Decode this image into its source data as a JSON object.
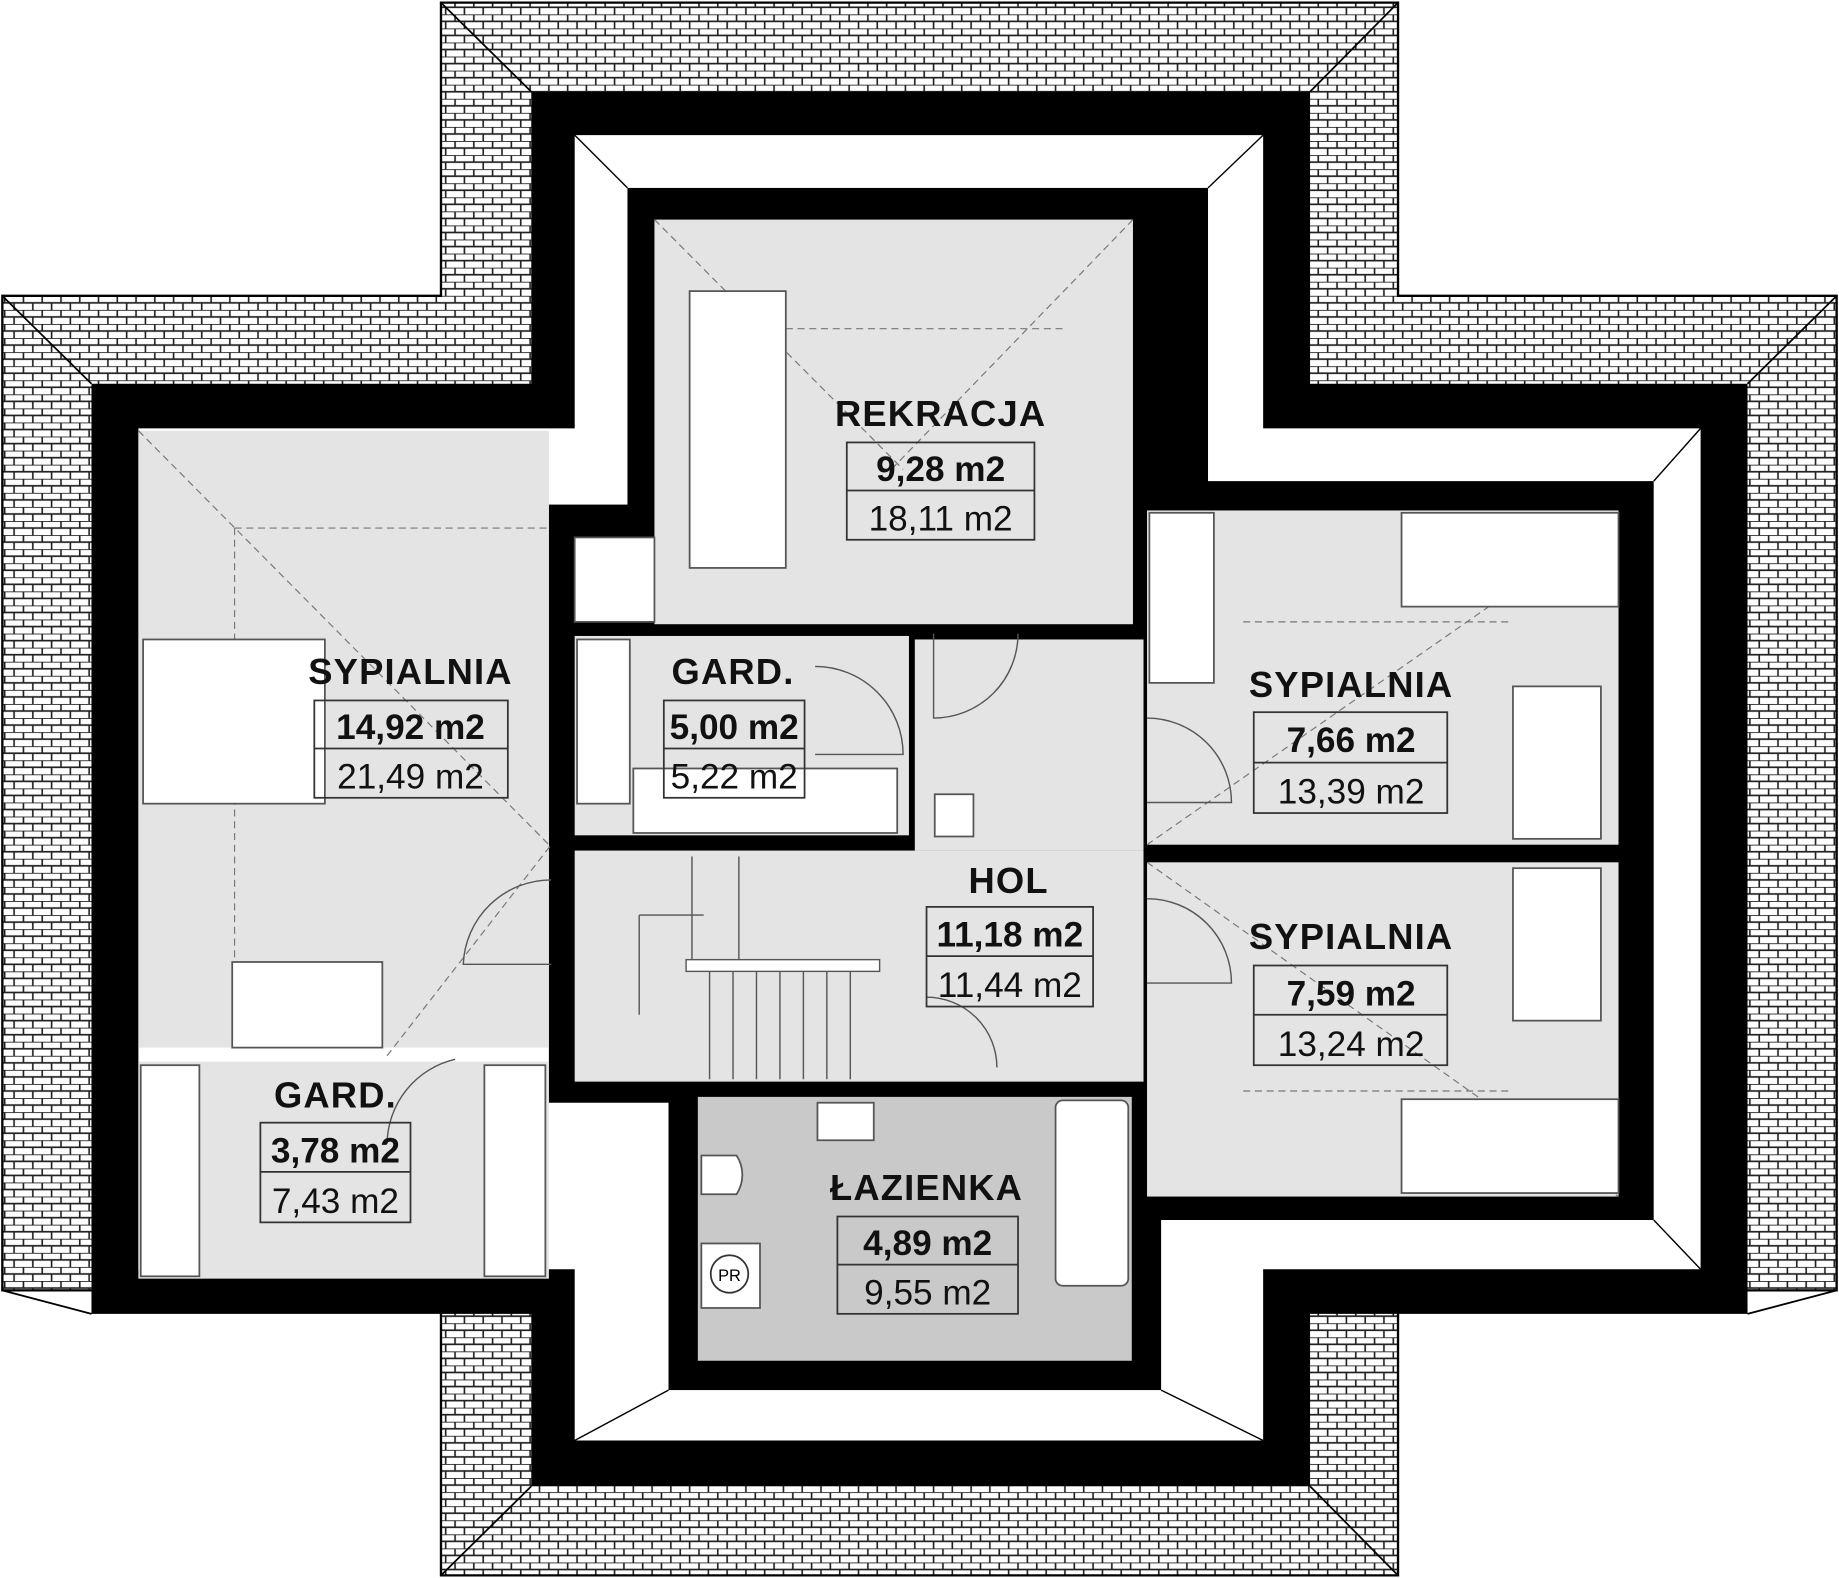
{
  "rooms": [
    {
      "name": "REKRACJA",
      "usable_area": "9,28 m2",
      "total_area": "18,11 m2"
    },
    {
      "name": "SYPIALNIA",
      "usable_area": "14,92 m2",
      "total_area": "21,49 m2"
    },
    {
      "name": "GARD.",
      "usable_area": "5,00 m2",
      "total_area": "5,22 m2"
    },
    {
      "name": "SYPIALNIA",
      "usable_area": "7,66 m2",
      "total_area": "13,39 m2"
    },
    {
      "name": "HOL",
      "usable_area": "11,18 m2",
      "total_area": "11,44 m2"
    },
    {
      "name": "SYPIALNIA",
      "usable_area": "7,59 m2",
      "total_area": "13,24 m2"
    },
    {
      "name": "GARD.",
      "usable_area": "3,78 m2",
      "total_area": "7,43 m2"
    },
    {
      "name": "ŁAZIENKA",
      "usable_area": "4,89 m2",
      "total_area": "9,55 m2"
    }
  ],
  "fixtures": {
    "washer_label": "PR"
  },
  "colors": {
    "room": "#e4e4e4",
    "bathroom": "#c9c9c9",
    "wall": "#000000"
  }
}
